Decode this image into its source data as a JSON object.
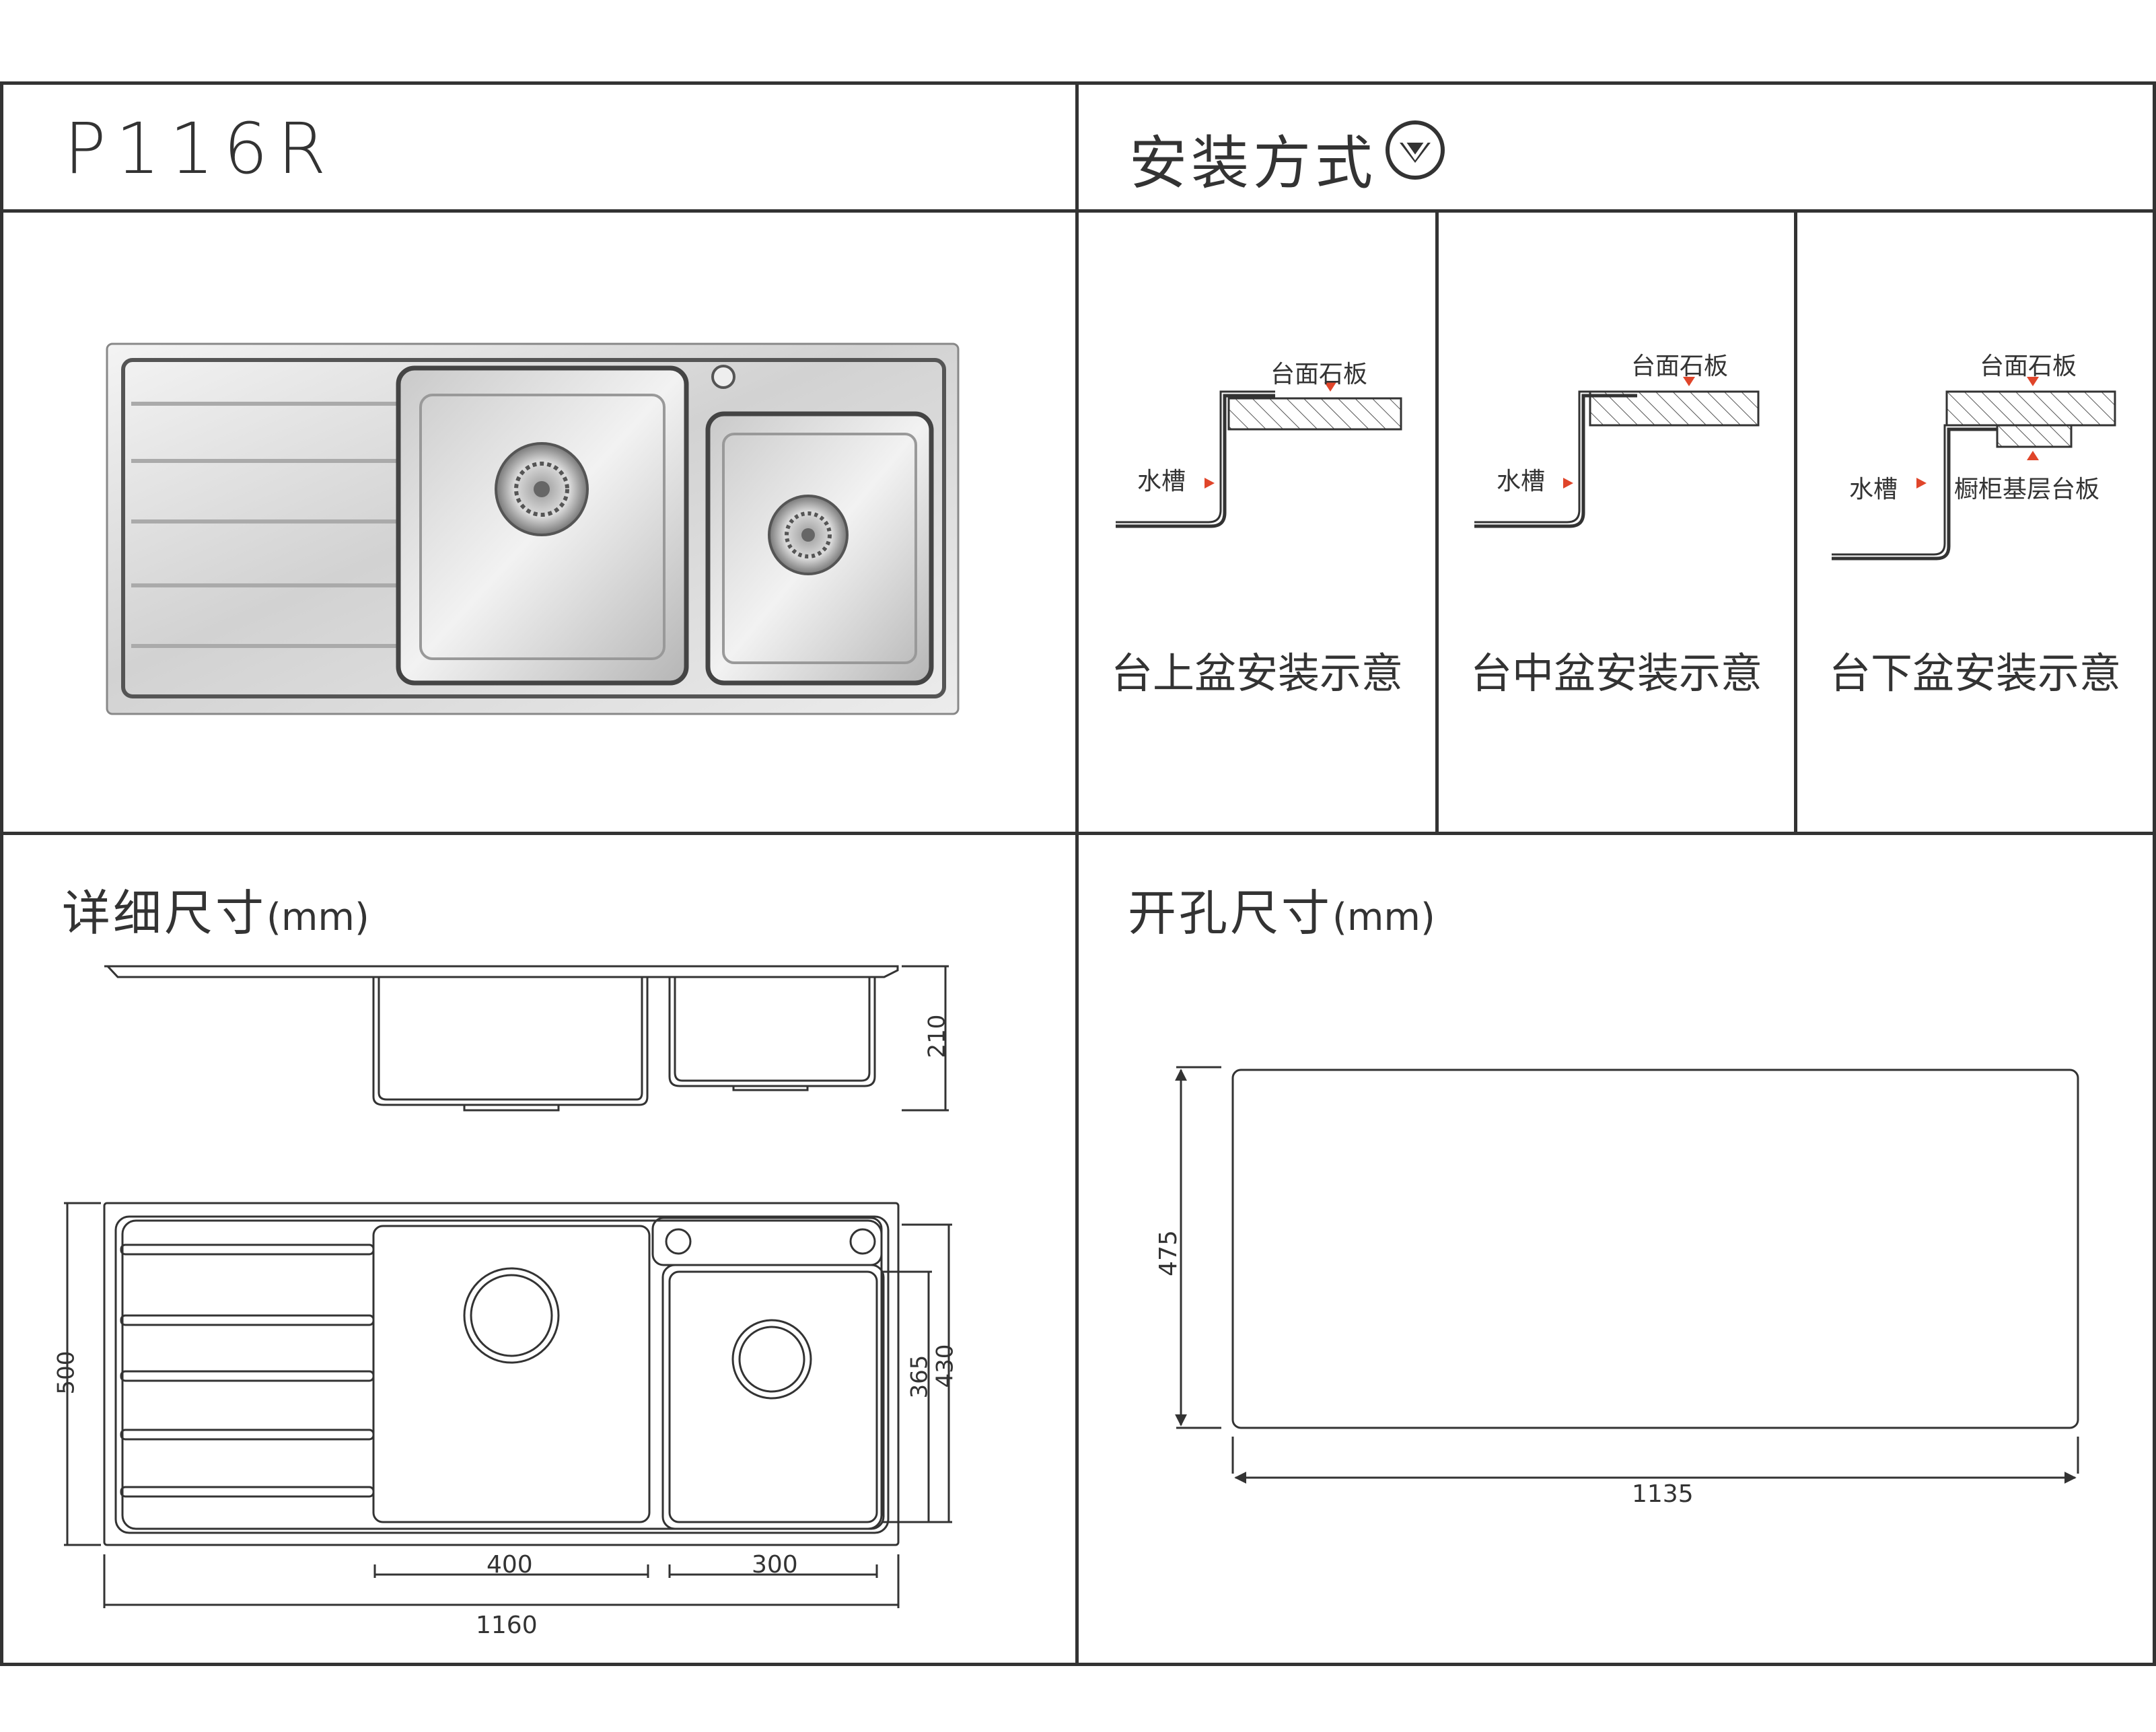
{
  "model": "P116R",
  "install_section": {
    "title": "安装方式",
    "icon": "chevron-down-circle-icon",
    "methods": [
      {
        "caption": "台上盆安装示意",
        "stone_label": "台面石板",
        "sink_label": "水槽"
      },
      {
        "caption": "台中盆安装示意",
        "stone_label": "台面石板",
        "sink_label": "水槽"
      },
      {
        "caption": "台下盆安装示意",
        "stone_label": "台面石板",
        "sink_label": "水槽",
        "cabinet_label": "橱柜基层台板"
      }
    ]
  },
  "detail_section": {
    "title": "详细尺寸",
    "unit": "(mm)",
    "dims": {
      "depth": "210",
      "width_total": "500",
      "bowl_depth_small": "365",
      "bowl_depth_large": "430",
      "bowl_left_width": "400",
      "bowl_right_width": "300",
      "overall_length": "1160"
    }
  },
  "cutout_section": {
    "title": "开孔尺寸",
    "unit": "(mm)",
    "dims": {
      "height": "475",
      "width": "1135"
    }
  },
  "colors": {
    "line": "#333333",
    "accent": "#e0452a",
    "hatch": "#555555"
  }
}
